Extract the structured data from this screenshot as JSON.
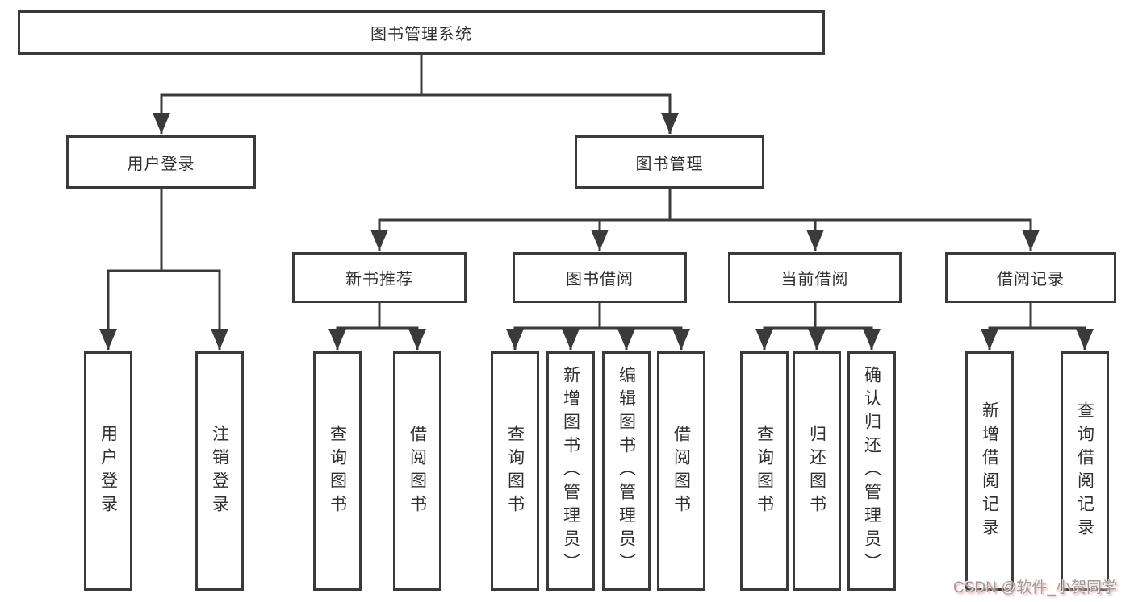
{
  "diagram_title": "图书管理系统",
  "nodes": {
    "root": "图书管理系统",
    "user_login": "用户登录",
    "book_mgmt": "图书管理",
    "new_book_rec": "新书推荐",
    "book_borrow": "图书借阅",
    "current_borrow": "当前借阅",
    "borrow_record": "借阅记录",
    "leaf_user_login": "用户登录",
    "leaf_logout": "注销登录",
    "leaf_query_book_1": "查询图书",
    "leaf_borrow_book_1": "借阅图书",
    "leaf_query_book_2": "查询图书",
    "leaf_add_book_admin": "新增图书（管理员）",
    "leaf_edit_book_admin": "编辑图书（管理员）",
    "leaf_borrow_book_2": "借阅图书",
    "leaf_query_book_3": "查询图书",
    "leaf_return_book": "归还图书",
    "leaf_confirm_return_admin": "确认归还（管理员）",
    "leaf_add_borrow_record": "新增借阅记录",
    "leaf_query_borrow_record": "查询借阅记录"
  },
  "hierarchy": {
    "图书管理系统": [
      "用户登录",
      "图书管理"
    ],
    "用户登录": [
      "用户登录",
      "注销登录"
    ],
    "图书管理": [
      "新书推荐",
      "图书借阅",
      "当前借阅",
      "借阅记录"
    ],
    "新书推荐": [
      "查询图书",
      "借阅图书"
    ],
    "图书借阅": [
      "查询图书",
      "新增图书（管理员）",
      "编辑图书（管理员）",
      "借阅图书"
    ],
    "当前借阅": [
      "查询图书",
      "归还图书",
      "确认归还（管理员）"
    ],
    "借阅记录": [
      "新增借阅记录",
      "查询借阅记录"
    ]
  },
  "watermark": {
    "text": "CSDN @软件_小贺同学"
  },
  "colors": {
    "line": "#3a3a3a",
    "box_border": "#3a3a3a",
    "text": "#303030",
    "background": "#ffffff",
    "watermark_text": "#9c9c9c",
    "watermark_glow": "#eda2a2"
  }
}
